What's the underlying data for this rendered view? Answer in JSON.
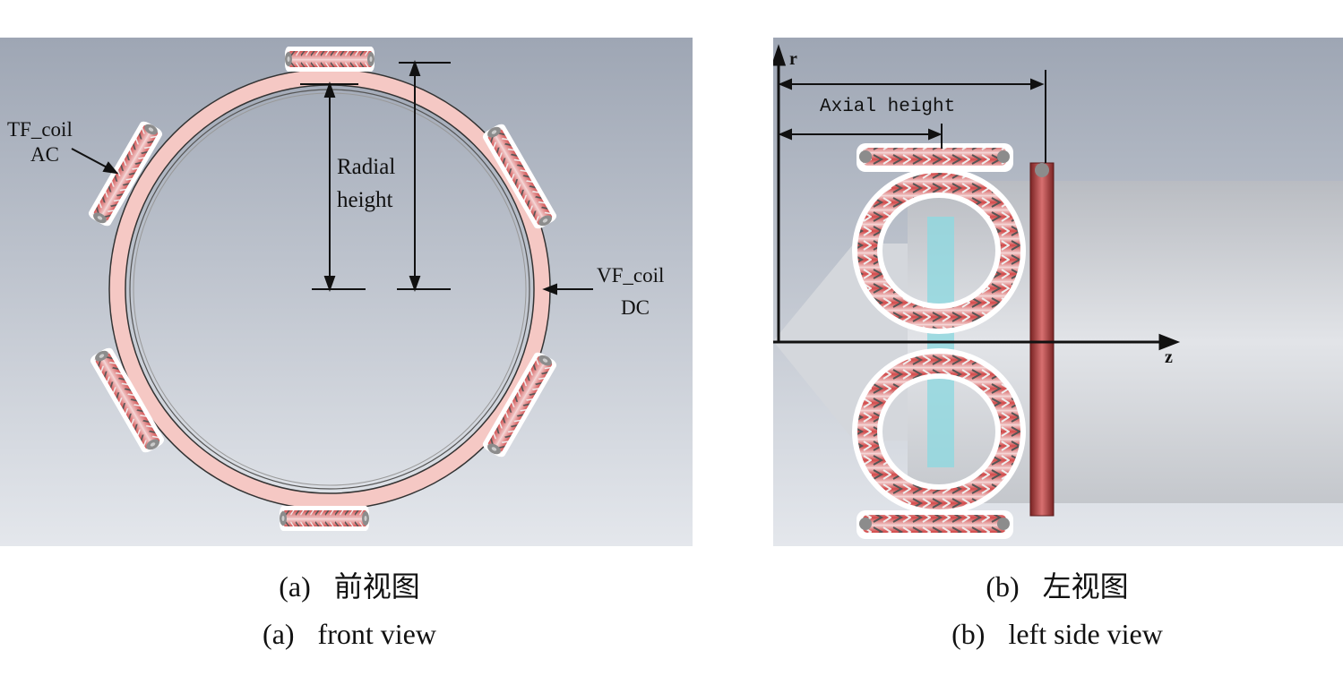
{
  "panel_a": {
    "labels": {
      "tf_line1": "TF_coil",
      "tf_line2": "AC",
      "radial_line1": "Radial",
      "radial_line2": "height",
      "vf_line1": "VF_coil",
      "vf_line2": "DC"
    },
    "caption_cn": {
      "tag": "(a)",
      "text": "前视图"
    },
    "caption_en": {
      "tag": "(a)",
      "text": "front view"
    }
  },
  "panel_b": {
    "labels": {
      "r_axis": "r",
      "z_axis": "z",
      "axial_height": "Axial height"
    },
    "caption_cn": {
      "tag": "(b)",
      "text": "左视图"
    },
    "caption_en": {
      "tag": "(b)",
      "text": "left side view"
    }
  },
  "colors": {
    "background_top": "#9ea6b4",
    "background_bottom": "#e4e7ec",
    "coil_red": "#d24a4a",
    "ring_pink": "#f5c8c4",
    "cylinder_gray": "#cfd2d7",
    "cyan_band": "#8fd8e0"
  },
  "coils": {
    "tf_coil_count": 6
  }
}
